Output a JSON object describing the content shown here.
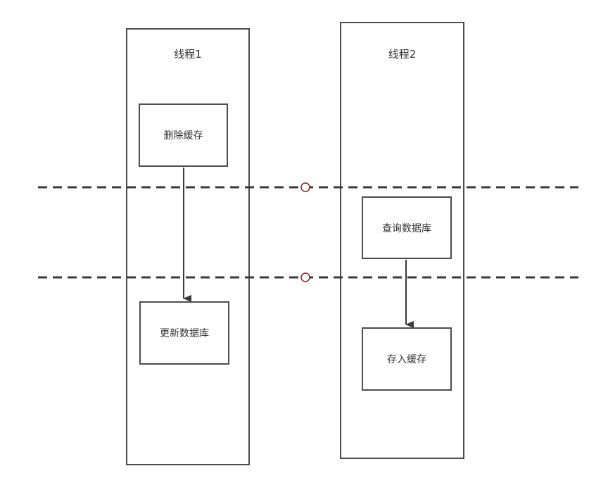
{
  "diagram": {
    "lanes": [
      {
        "title": "线程1",
        "steps": [
          "删除缓存",
          "更新数据库"
        ]
      },
      {
        "title": "线程2",
        "steps": [
          "查询数据库",
          "存入缓存"
        ]
      }
    ],
    "colors": {
      "border": "#4d4d4d",
      "dashed_line": "#3a3a3a",
      "marker": "#8b2323",
      "text": "#333333"
    }
  }
}
